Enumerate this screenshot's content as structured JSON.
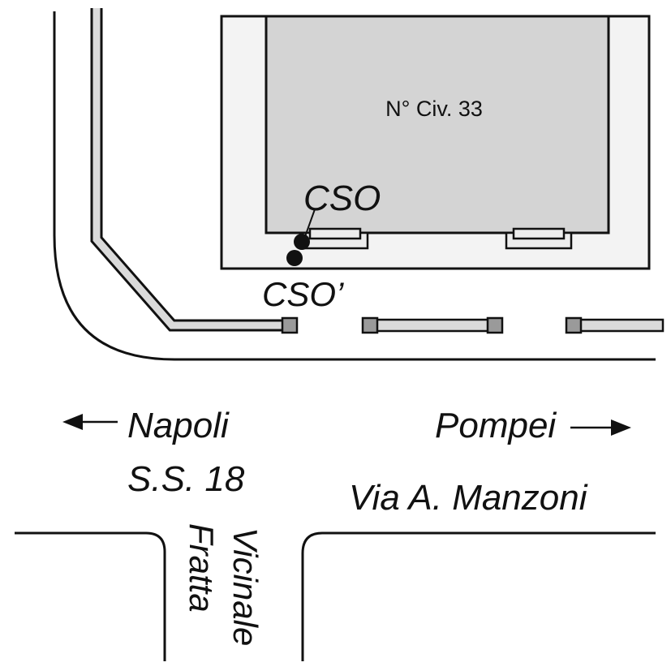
{
  "map": {
    "building": {
      "label": "N° Civ. 33"
    },
    "points": {
      "cso": "CSO",
      "cso_prime": "CSO’"
    },
    "directions": {
      "left": "Napoli",
      "right": "Pompei"
    },
    "roads": {
      "main_road_ss": "S.S. 18",
      "main_road_name": "Via A. Manzoni",
      "side_road_line1": "Vicinale",
      "side_road_line2": "Fratta"
    },
    "colors": {
      "line": "#111111",
      "building_fill": "#d4d4d4",
      "plot_fill": "#f3f3f3",
      "sidewalk_fill": "#dadada",
      "post_fill": "#9a9a9a"
    }
  }
}
